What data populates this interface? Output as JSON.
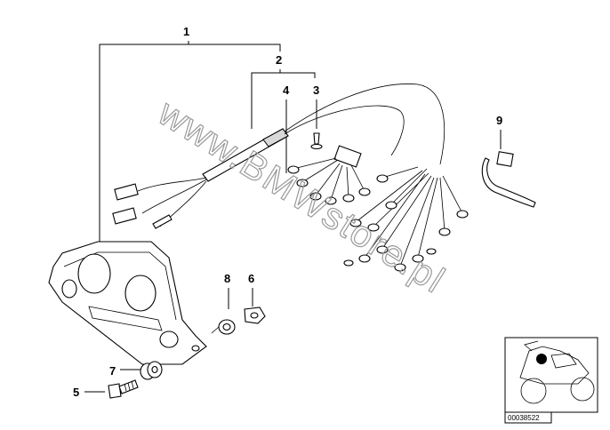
{
  "callouts": {
    "c1": "1",
    "c2": "2",
    "c3": "3",
    "c4": "4",
    "c5": "5",
    "c6": "6",
    "c7": "7",
    "c8": "8",
    "c9": "9"
  },
  "watermark": "www.BMWstore.pl",
  "thumbnail": {
    "code": "00038522",
    "highlight_color": "#000000"
  }
}
